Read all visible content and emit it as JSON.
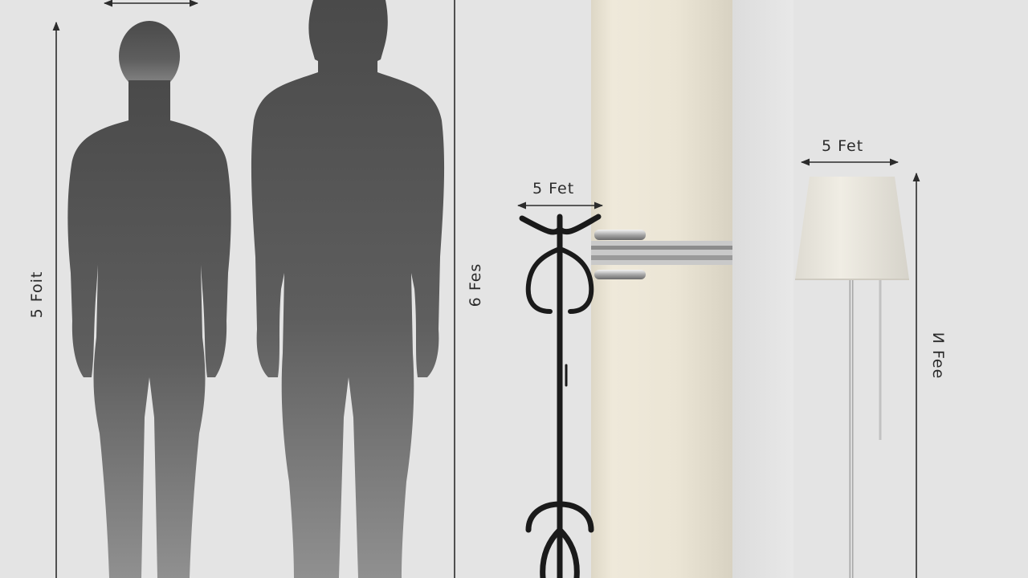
{
  "colors": {
    "background": "#e4e4e4",
    "silhouette_top": "#4d4d4d",
    "silhouette_bottom": "#8a8a8a",
    "fridge": "#ece6d6",
    "lamp_shade": "#ece9e0",
    "coat_rack": "#1a1a1a",
    "dimension_line": "#2b2b2b"
  },
  "labels": {
    "person_left_height": "5 Foit",
    "person_right_height": "6 Fes",
    "coat_rack_width": "5 Fet",
    "lamp_width": "5 Fet",
    "lamp_height": "И Fee"
  },
  "icons": {
    "person_left": "male-silhouette-icon",
    "person_right": "male-silhouette-icon",
    "coat_rack": "coat-rack-icon",
    "fridge": "refrigerator-icon",
    "lamp": "floor-lamp-icon"
  }
}
